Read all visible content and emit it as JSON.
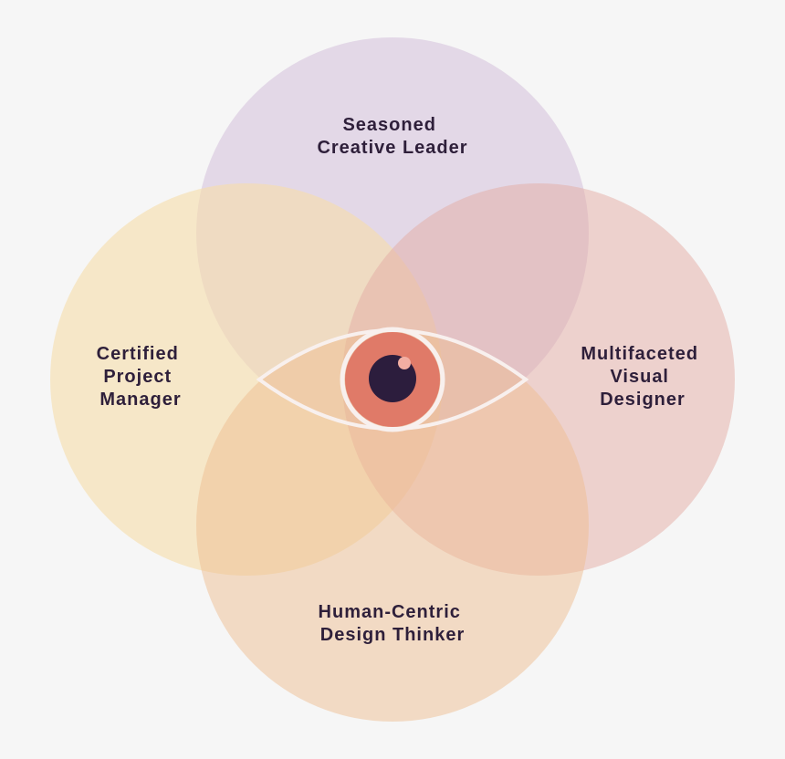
{
  "diagram": {
    "circles": [
      {
        "id": "top",
        "label_lines": [
          "Seasoned",
          "Creative Leader"
        ],
        "fill": "#d9c7de",
        "fill_opacity": 0.65
      },
      {
        "id": "left",
        "label_lines": [
          "Certified",
          "Project",
          "Manager"
        ],
        "fill": "#f7deaa",
        "fill_opacity": 0.6
      },
      {
        "id": "right",
        "label_lines": [
          "Multifaceted",
          "Visual",
          "Designer"
        ],
        "fill": "#e3aba3",
        "fill_opacity": 0.5
      },
      {
        "id": "bottom",
        "label_lines": [
          "Human-Centric",
          "Design Thinker"
        ],
        "fill": "#efbd8f",
        "fill_opacity": 0.48
      }
    ],
    "center_icon": {
      "name": "eye-icon",
      "outline_color": "#f8f0ee",
      "iris_color": "#e07a68",
      "pupil_color": "#2c1d3d",
      "highlight_color": "#f2aea3"
    },
    "background_color": "#f6f6f6",
    "text_color": "#2e1f3a"
  }
}
